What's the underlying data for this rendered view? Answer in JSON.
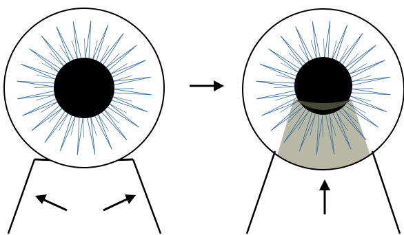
{
  "diagram": {
    "panels": [
      {
        "id": "before",
        "state": "open",
        "arrows": [
          "outward-left",
          "outward-right"
        ]
      },
      {
        "id": "after",
        "state": "pressed",
        "arrows": [
          "upward"
        ]
      }
    ],
    "transition": "right-arrow"
  },
  "colors": {
    "background": "#ffffff",
    "outline": "#000000",
    "iris_fibers": "#3b6fa0",
    "pupil": "#000000",
    "pressed_region": "#b8b8a4",
    "pupil_shadow": "#47473a"
  }
}
